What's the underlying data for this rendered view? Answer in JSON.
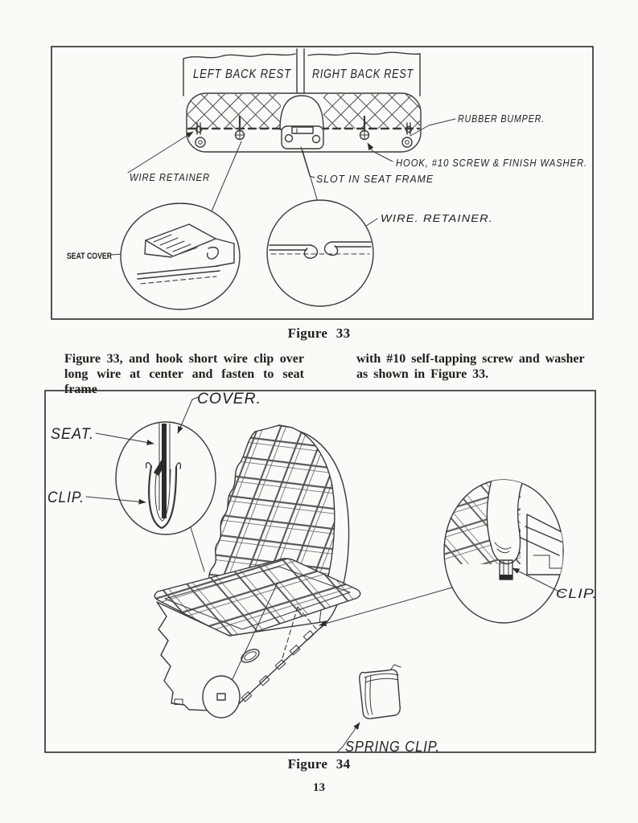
{
  "page": {
    "number": "13",
    "paper_color": "#fbfaf7",
    "ink_color": "#2b2b2b"
  },
  "figure33": {
    "caption": "Figure 33",
    "labels": {
      "left_back_rest": "LEFT BACK REST",
      "right_back_rest": "RIGHT BACK REST",
      "rubber_bumper": "RUBBER BUMPER.",
      "hook_screw_washer": "HOOK, #10 SCREW & FINISH WASHER.",
      "wire_retainer": "WIRE RETAINER",
      "slot_in_seat_frame": "SLOT IN SEAT FRAME",
      "seat_cover": "SEAT COVER",
      "wire_retainer_detail": "WIRE. RETAINER."
    }
  },
  "body_text": {
    "left_column": "Figure 33, and hook short wire clip over long wire at center and fasten to seat frame",
    "right_column": "with #10 self-tapping screw and washer as shown in Figure 33."
  },
  "figure34": {
    "caption": "Figure 34",
    "labels": {
      "cover": "COVER.",
      "seat": "SEAT.",
      "clip_left": "CLIP.",
      "clip_right": "CLIP.",
      "spring_clip": "SPRING CLIP."
    }
  }
}
